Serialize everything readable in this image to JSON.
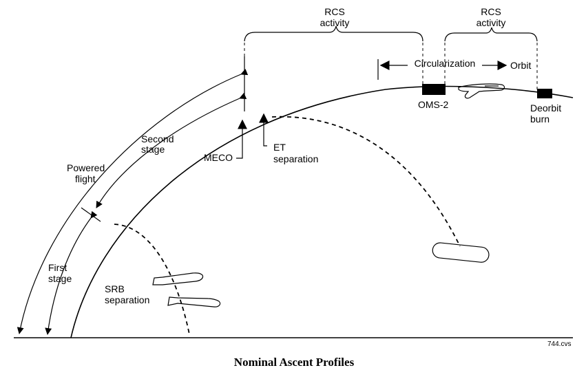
{
  "caption": "Nominal Ascent Profiles",
  "file_ref": "744.cvs",
  "labels": {
    "rcs_activity_1": [
      "RCS",
      "activity"
    ],
    "rcs_activity_2": [
      "RCS",
      "activity"
    ],
    "circularization": "Circularization",
    "orbit": "Orbit",
    "oms2": "OMS-2",
    "deorbit_burn": [
      "Deorbit",
      "burn"
    ],
    "meco": "MECO",
    "et_separation": [
      "ET",
      "separation"
    ],
    "second_stage": [
      "Second",
      "stage"
    ],
    "powered_flight": [
      "Powered",
      "flight"
    ],
    "first_stage": [
      "First",
      "stage"
    ],
    "srb_separation": [
      "SRB",
      "separation"
    ]
  },
  "icons": {
    "orbiter": "orbiter-icon",
    "external_tank": "external-tank-icon",
    "srb": "solid-rocket-booster-icon"
  },
  "colors": {
    "ink": "#000000",
    "background": "#ffffff"
  }
}
